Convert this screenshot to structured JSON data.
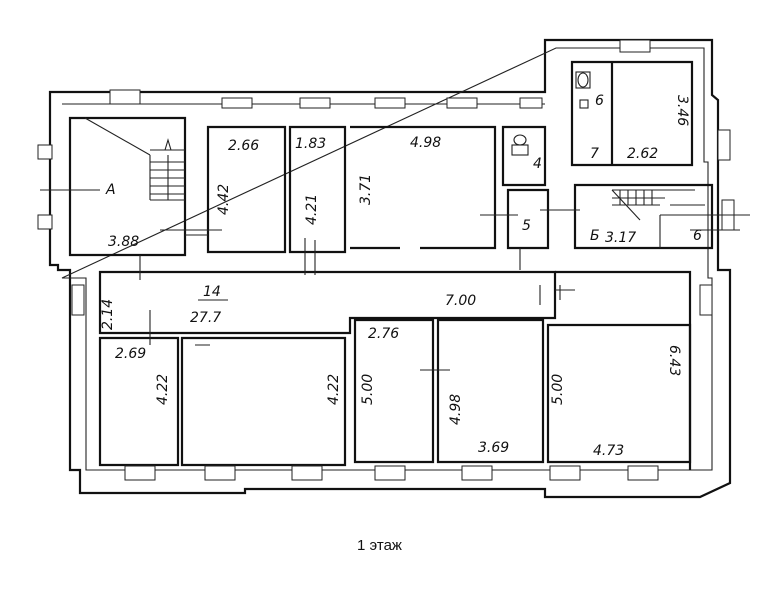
{
  "caption": "1 этаж",
  "labels": {
    "room_a": "А",
    "a_width": "3.88",
    "r1_width": "2.66",
    "r1_height": "4.42",
    "r2_width": "1.83",
    "r2_height": "4.21",
    "r3_width": "4.98",
    "r3_height": "3.71",
    "r4": "4",
    "r5": "5",
    "stair_b": "Б",
    "b_width": "3.17",
    "r6_right": "6",
    "r6_top": "6",
    "r7": "7",
    "r7_width": "2.62",
    "r_ne_height": "3.46",
    "corr_num": "14",
    "corr_area": "27.7",
    "corr_height": "2.14",
    "corr_right": "7.00",
    "s1_width": "2.69",
    "s1_height": "4.22",
    "s2_height": "4.22",
    "s3_height": "5.00",
    "s3_width": "2.76",
    "s4_height": "4.98",
    "s4_width": "3.69",
    "s5_height": "5.00",
    "s5_width": "4.73",
    "s5_right": "6.43"
  }
}
